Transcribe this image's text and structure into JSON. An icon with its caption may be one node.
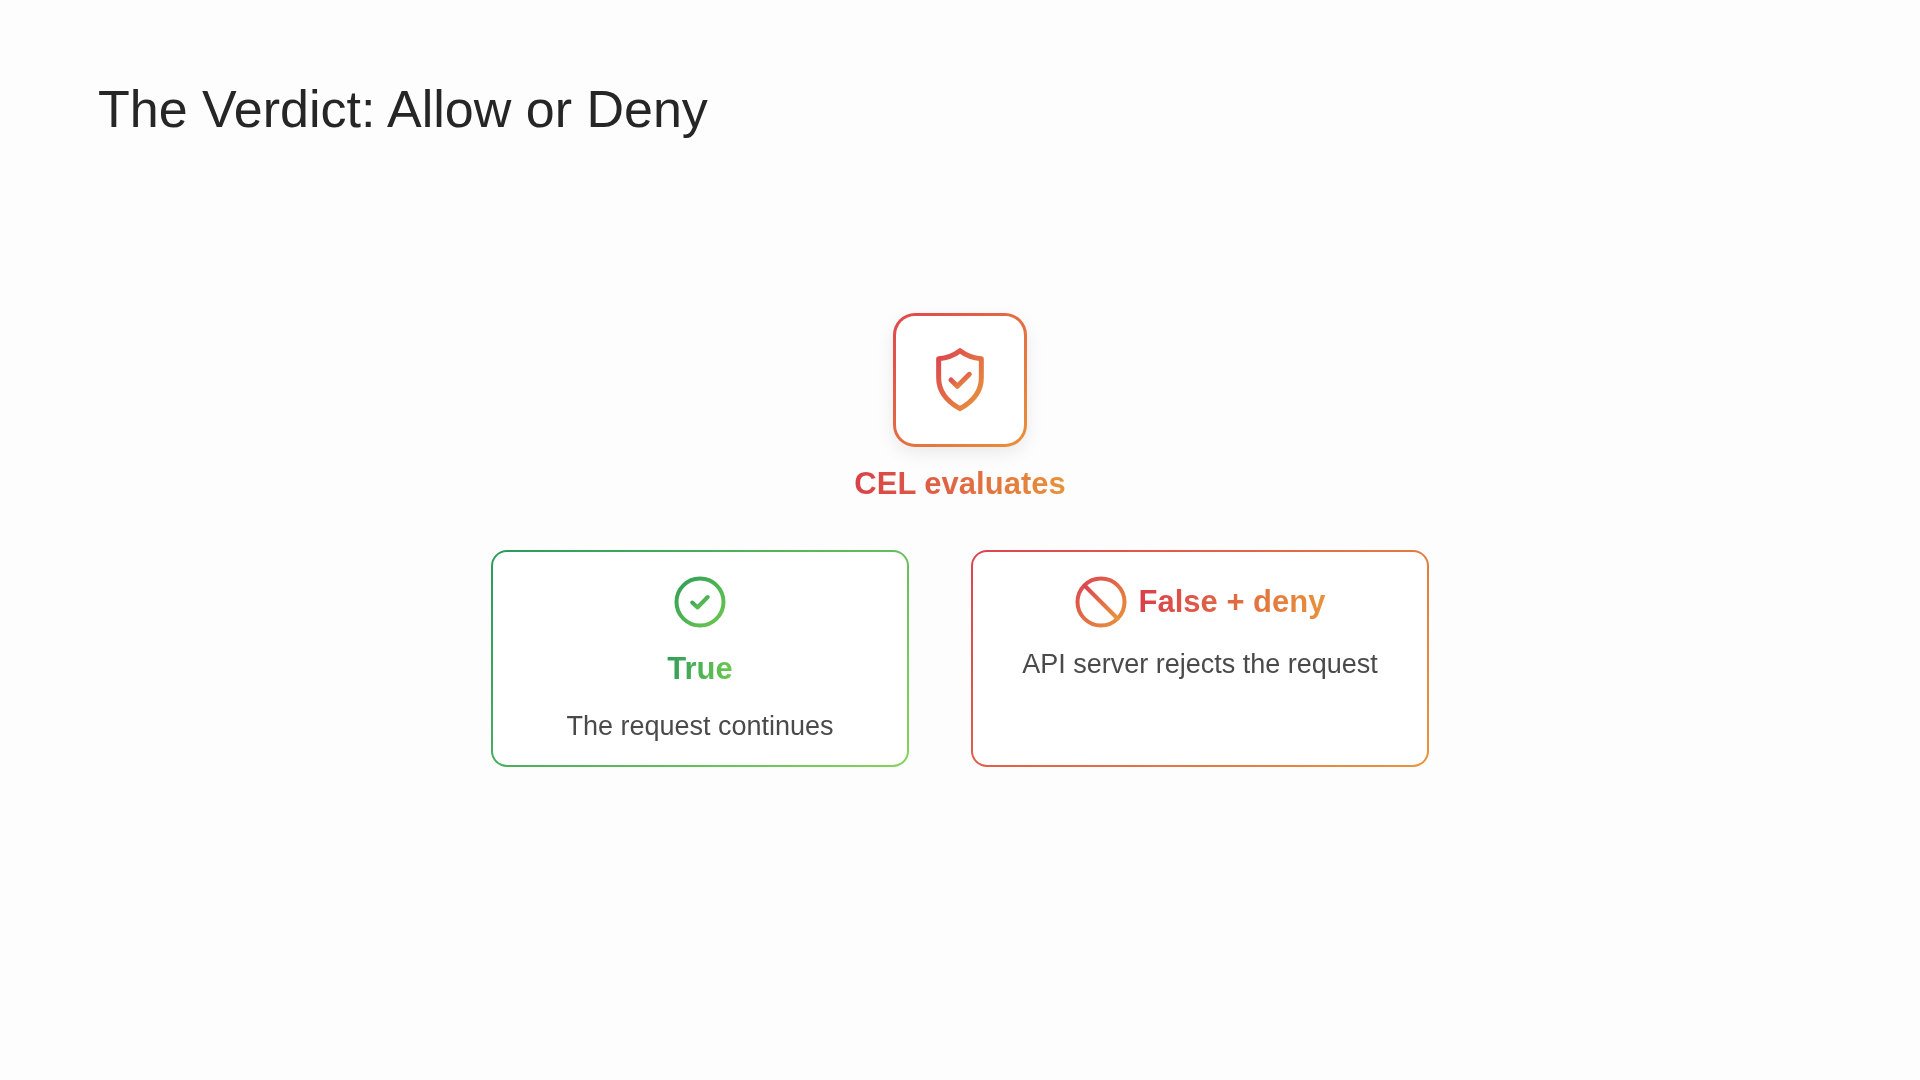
{
  "diagram": {
    "title": "The Verdict: Allow or Deny",
    "nodes": [
      {
        "text": [
          "CEL evaluates"
        ]
      },
      {
        "text": [
          "True",
          "The request continues"
        ]
      },
      {
        "text": [
          "False + deny",
          "API server rejects the request"
        ]
      }
    ]
  }
}
